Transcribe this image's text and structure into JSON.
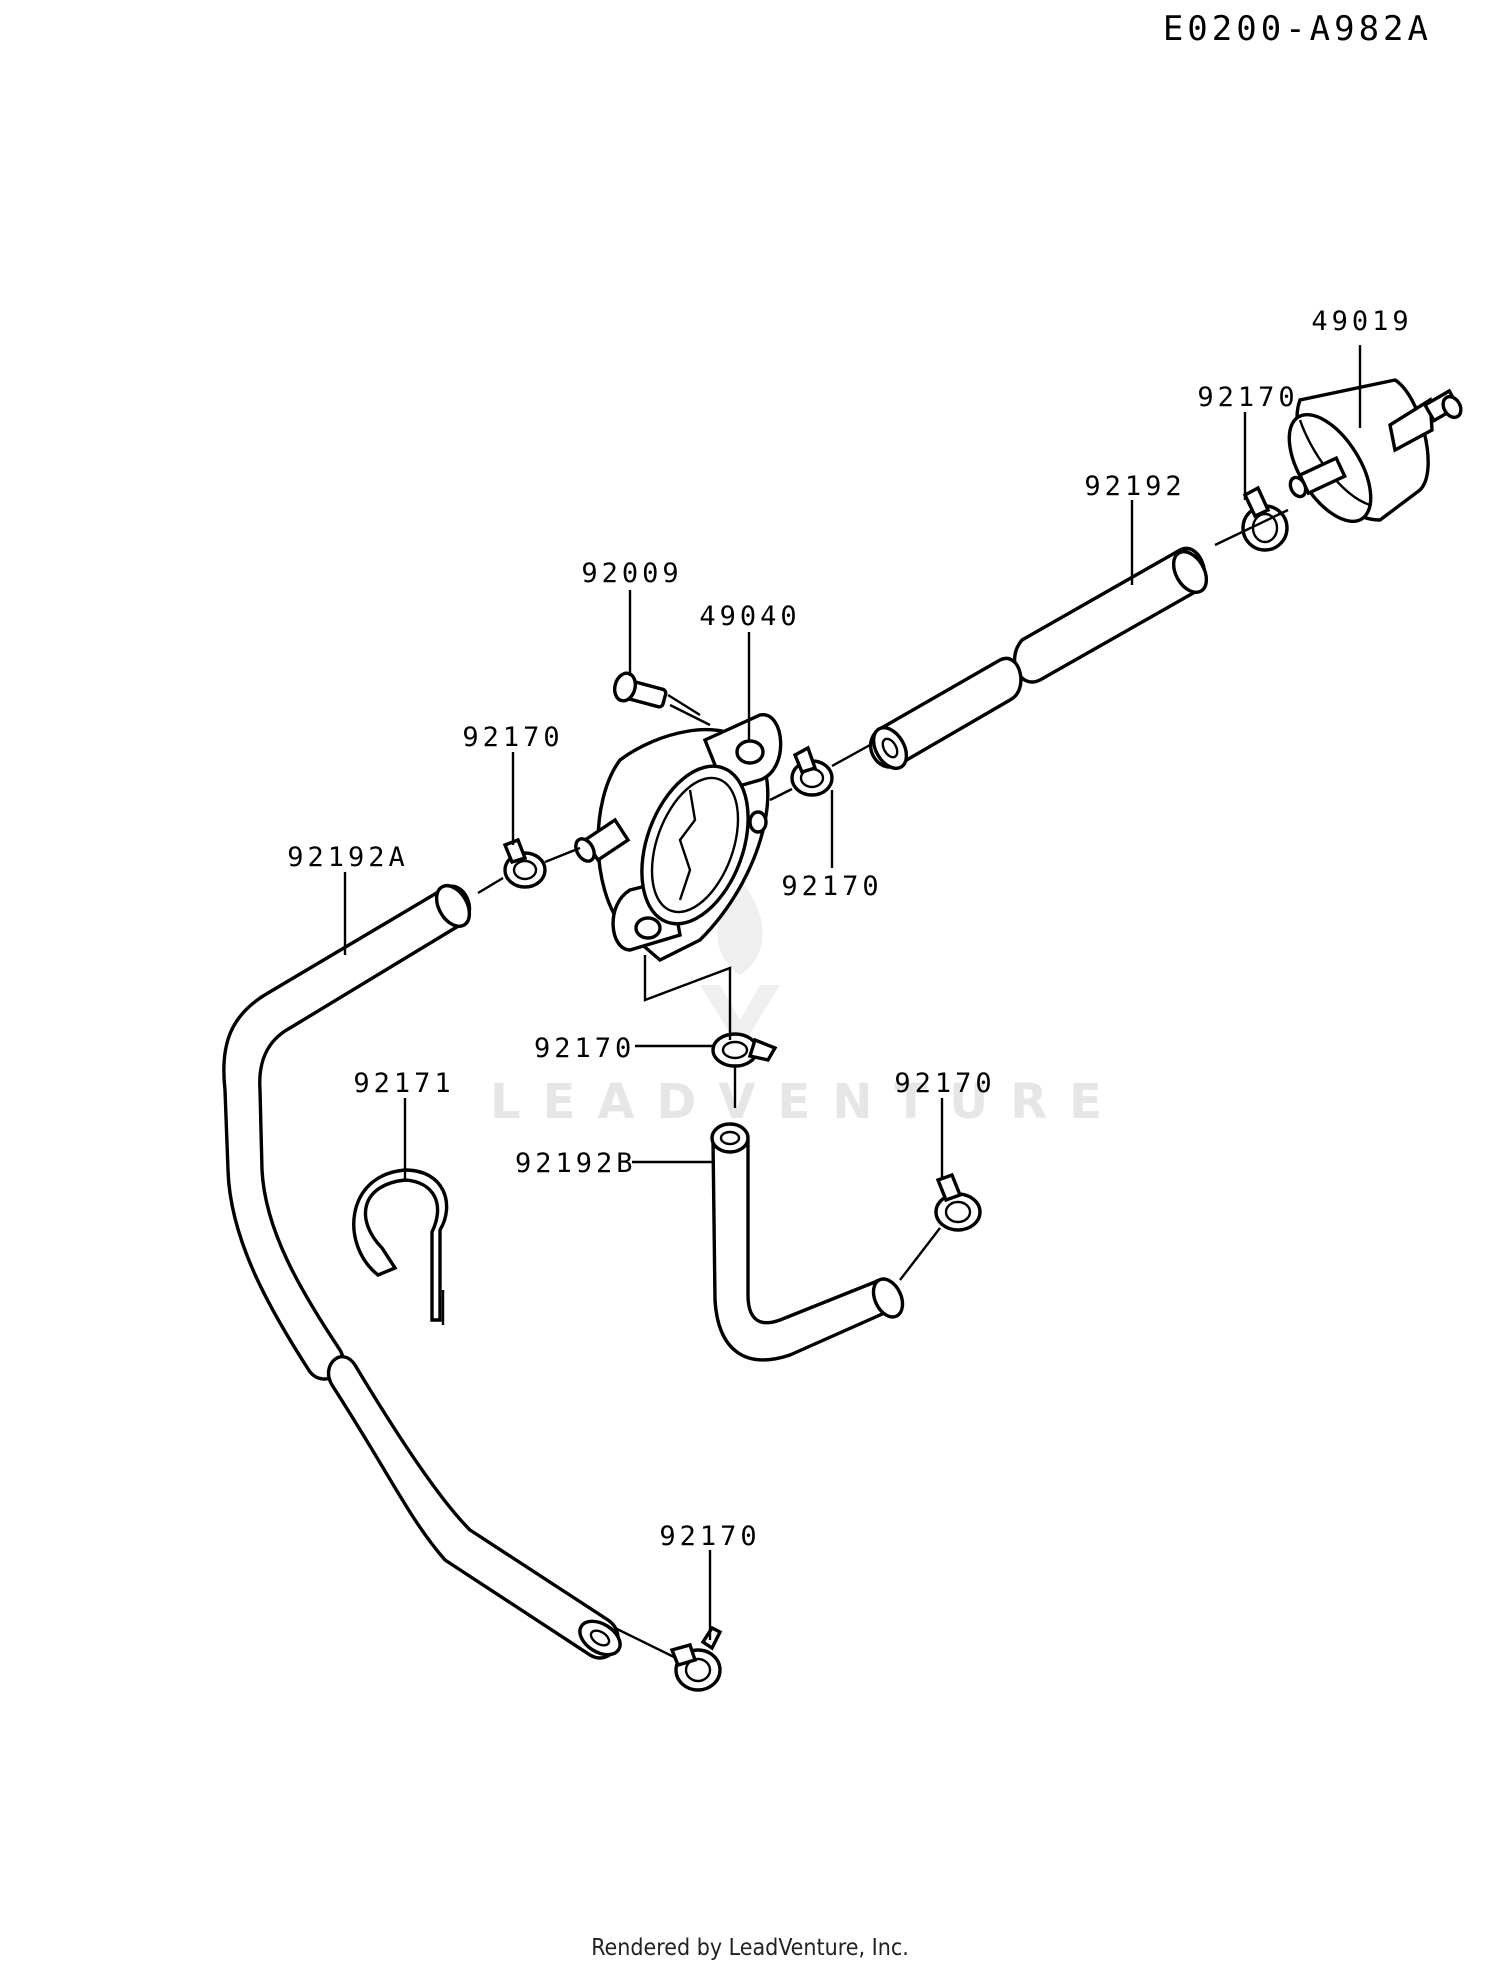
{
  "diagram_ref": "E0200-A982A",
  "watermark": "LEADVENTURE",
  "footer": "Rendered by LeadVenture, Inc.",
  "labels": {
    "filter": "49019",
    "clamp_filter": "92170",
    "hose_upper": "92192",
    "screw": "92009",
    "pump": "49040",
    "clamp_pump_left": "92170",
    "clamp_pump_right": "92170",
    "hose_a": "92192A",
    "clamp_bottom_center": "92170",
    "clamp_right": "92170",
    "clip": "92171",
    "hose_b": "92192B",
    "clamp_bottom": "92170"
  }
}
